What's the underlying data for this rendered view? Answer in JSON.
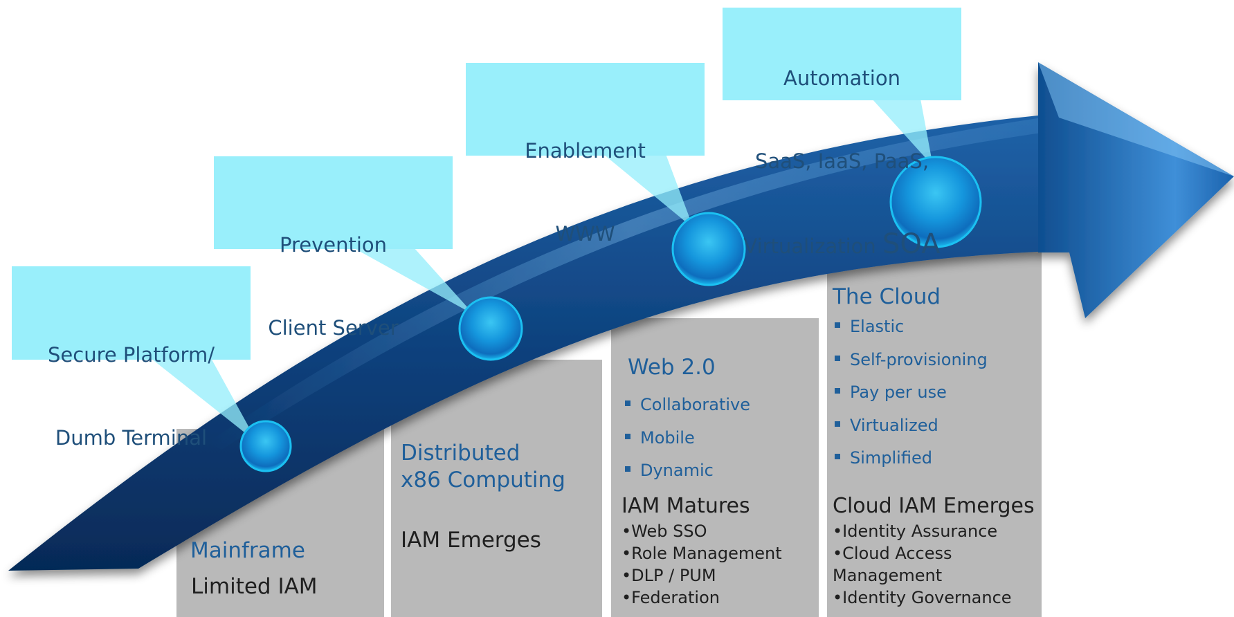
{
  "colors": {
    "arrow_dark": "#0c3c75",
    "arrow_light": "#3a86cf",
    "callout": "#94eefb",
    "column": "#b9b9b9",
    "stage_title": "#1f5f9a"
  },
  "callouts": [
    {
      "line1": "Secure Platform/",
      "line2": "Dumb Terminal"
    },
    {
      "line1": "Prevention",
      "line2": "Client Server"
    },
    {
      "line1": "Enablement",
      "line2": "WWW"
    },
    {
      "line1": "Automation",
      "line2": "SaaS, IaaS, PaaS,",
      "line3": "Virtualization",
      "line3_big": "SOA"
    }
  ],
  "stages": {
    "mainframe": {
      "title": "Mainframe",
      "sub": "Limited IAM"
    },
    "distributed": {
      "title": "Distributed\nx86 Computing",
      "sub": "IAM Emerges"
    },
    "web20": {
      "title": "Web 2.0",
      "bullets": [
        "Collaborative",
        "Mobile",
        "Dynamic"
      ],
      "subhead": "IAM Matures",
      "details": [
        "•Web SSO",
        "•Role Management",
        "•DLP / PUM",
        "•Federation"
      ]
    },
    "cloud": {
      "title": "The Cloud",
      "bullets": [
        "Elastic",
        "Self-provisioning",
        "Pay per use",
        "Virtualized",
        "Simplified"
      ],
      "subhead": "Cloud IAM Emerges",
      "details": [
        "•Identity Assurance",
        "•Cloud Access Management",
        "•Identity Governance"
      ]
    }
  }
}
